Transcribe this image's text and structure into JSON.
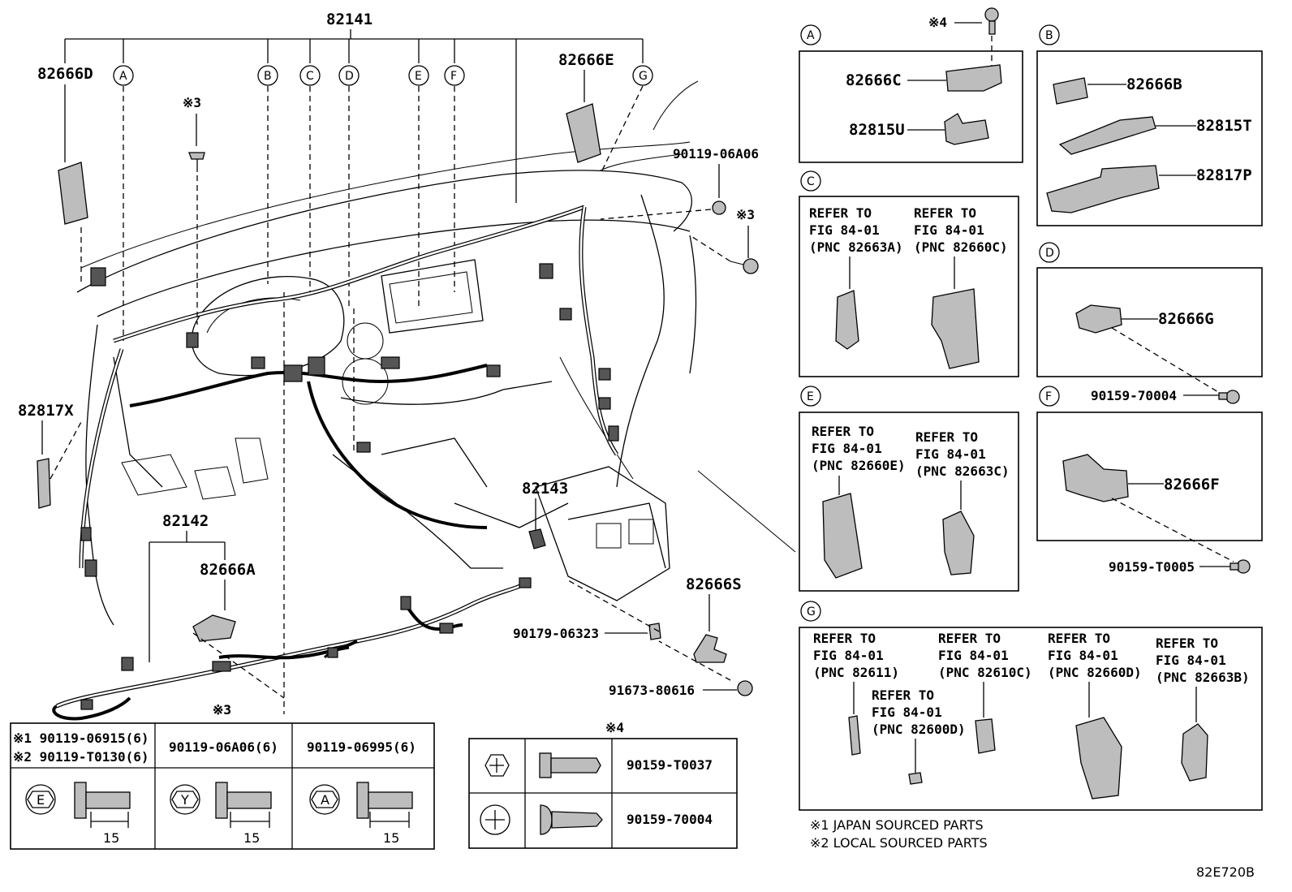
{
  "diagram": {
    "main_part": "82141",
    "callouts": {
      "harness_82142": "82142",
      "harness_82143": "82143",
      "cover_82666D": "82666D",
      "cover_82666E": "82666E",
      "bracket_82817X": "82817X",
      "clamp_82666A": "82666A",
      "bracket_82666S": "82666S",
      "bolt_90119_06A06": "90119-06A06",
      "nut_90179_06323": "90179-06323",
      "bolt_91673_80616": "91673-80616"
    },
    "markers": {
      "mark3": "※3",
      "mark4": "※4"
    },
    "section_letters": [
      "A",
      "B",
      "C",
      "D",
      "E",
      "F",
      "G"
    ],
    "detail_A": {
      "letter": "A",
      "parts": [
        "82666C",
        "82815U"
      ]
    },
    "detail_B": {
      "letter": "B",
      "parts": [
        "82666B",
        "82815T",
        "82817P"
      ]
    },
    "detail_C": {
      "letter": "C",
      "refs": [
        {
          "l1": "REFER TO",
          "l2": "FIG 84-01",
          "l3": "(PNC 82663A)"
        },
        {
          "l1": "REFER TO",
          "l2": "FIG 84-01",
          "l3": "(PNC 82660C)"
        }
      ]
    },
    "detail_D": {
      "letter": "D",
      "part": "82666G",
      "screw": "90159-70004"
    },
    "detail_E": {
      "letter": "E",
      "refs": [
        {
          "l1": "REFER TO",
          "l2": "FIG 84-01",
          "l3": "(PNC 82660E)"
        },
        {
          "l1": "REFER TO",
          "l2": "FIG 84-01",
          "l3": "(PNC 82663C)"
        }
      ]
    },
    "detail_F": {
      "letter": "F",
      "part": "82666F",
      "screw": "90159-T0005"
    },
    "detail_G": {
      "letter": "G",
      "refs": [
        {
          "l1": "REFER TO",
          "l2": "FIG 84-01",
          "l3": "(PNC 82611)"
        },
        {
          "l1": "REFER TO",
          "l2": "FIG 84-01",
          "l3": "(PNC 82600D)"
        },
        {
          "l1": "REFER TO",
          "l2": "FIG 84-01",
          "l3": "(PNC 82610C)"
        },
        {
          "l1": "REFER TO",
          "l2": "FIG 84-01",
          "l3": "(PNC 82660D)"
        },
        {
          "l1": "REFER TO",
          "l2": "FIG 84-01",
          "l3": "(PNC 82663B)"
        }
      ]
    }
  },
  "bolt_table": {
    "title_mark": "※3",
    "col1_line1": "※1 90119-06915(6)",
    "col1_line2": "※2 90119-T0130(6)",
    "col2": "90119-06A06(6)",
    "col3": "90119-06995(6)",
    "heads": [
      "E",
      "Y",
      "A"
    ],
    "length": "15"
  },
  "screw_table": {
    "title_mark": "※4",
    "rows": [
      "90159-T0037",
      "90159-70004"
    ]
  },
  "notes": {
    "note1": "※1 JAPAN SOURCED PARTS",
    "note2": "※2 LOCAL SOURCED PARTS"
  },
  "figure_code": "82E720B"
}
